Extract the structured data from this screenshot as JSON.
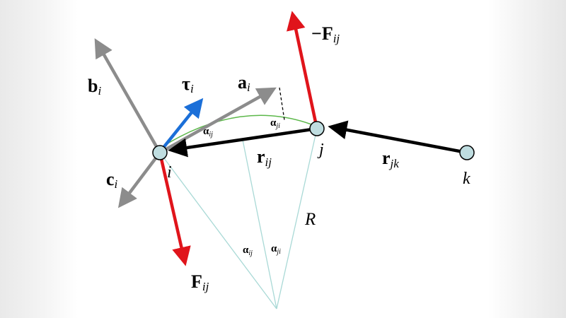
{
  "colors": {
    "force": "#e0141b",
    "blue": "#1b6fd8",
    "gray": "#8c8c8c",
    "black": "#000000",
    "node": "#bfdde0",
    "arc": "#5cb84a",
    "construction": "#a9d9d6"
  },
  "labels": {
    "b": {
      "main": "b",
      "sub": "i"
    },
    "tau": {
      "main": "τ",
      "sub": "i"
    },
    "a": {
      "main": "a",
      "sub": "i"
    },
    "c": {
      "main": "c",
      "sub": "i"
    },
    "minusF": {
      "main": "−F",
      "sub": "ij"
    },
    "F": {
      "main": "F",
      "sub": "ij"
    },
    "rij": {
      "main": "r",
      "sub": "ij"
    },
    "rjk": {
      "main": "r",
      "sub": "jk"
    },
    "alpha_ij_top": {
      "main": "α",
      "sub": "ij"
    },
    "alpha_ji_top": {
      "main": "α",
      "sub": "ji"
    },
    "alpha_ij_bottom": {
      "main": "α",
      "sub": "ij"
    },
    "alpha_ji_bottom": {
      "main": "α",
      "sub": "ji"
    },
    "R": "R",
    "node_i": "i",
    "node_j": "j",
    "node_k": "k"
  }
}
